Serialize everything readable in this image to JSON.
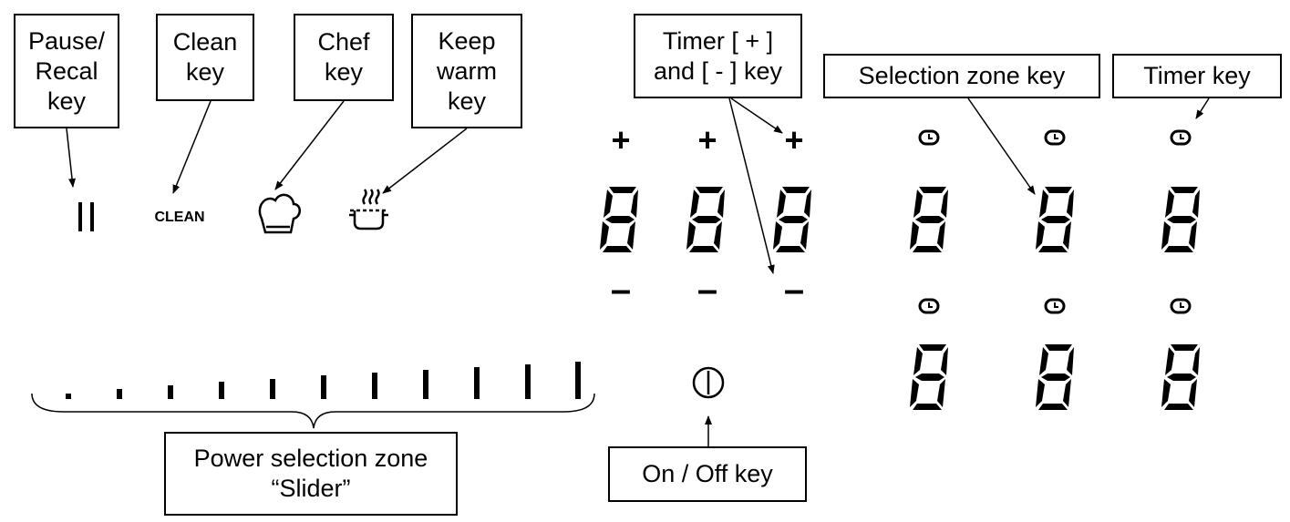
{
  "callouts": {
    "pause": "Pause/\nRecal\nkey",
    "clean": "Clean\nkey",
    "chef": "Chef\nkey",
    "keep_warm": "Keep\nwarm\nkey",
    "timer_plus_minus": "Timer [ + ]\nand [ - ] key",
    "selection_zone": "Selection zone key",
    "timer_key": "Timer key",
    "power_slider": "Power selection zone\n“Slider”",
    "on_off": "On / Off key"
  },
  "panel": {
    "clean_label": "CLEAN",
    "plus_symbol": "+",
    "minus_symbol": "–"
  },
  "colors": {
    "ink": "#000000",
    "background": "#ffffff"
  }
}
